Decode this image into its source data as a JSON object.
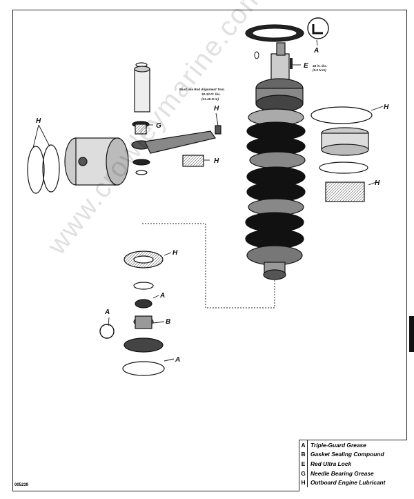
{
  "callouts": {
    "A": "A",
    "B": "B",
    "E": "E",
    "G": "G",
    "H": "H"
  },
  "torque_notes": {
    "E": [
      "48 in. lbs.",
      "(5.5 N·m)"
    ],
    "rod": [
      "Must use Rod Alignment Tool.",
      "30-33 Ft. lbs.",
      "(41-45 N·m)"
    ]
  },
  "legend": [
    {
      "key": "A",
      "label": "Triple-Guard Grease"
    },
    {
      "key": "B",
      "label": "Gasket Sealing Compound"
    },
    {
      "key": "E",
      "label": "Red Ultra Lock"
    },
    {
      "key": "G",
      "label": "Needle Bearing Grease"
    },
    {
      "key": "H",
      "label": "Outboard Engine Lubricant"
    }
  ],
  "figure_id": "005239",
  "watermark": "www.crowleymarine.com",
  "colors": {
    "line": "#111111",
    "shade": "#3a3a3a",
    "light": "#bdbdbd"
  }
}
